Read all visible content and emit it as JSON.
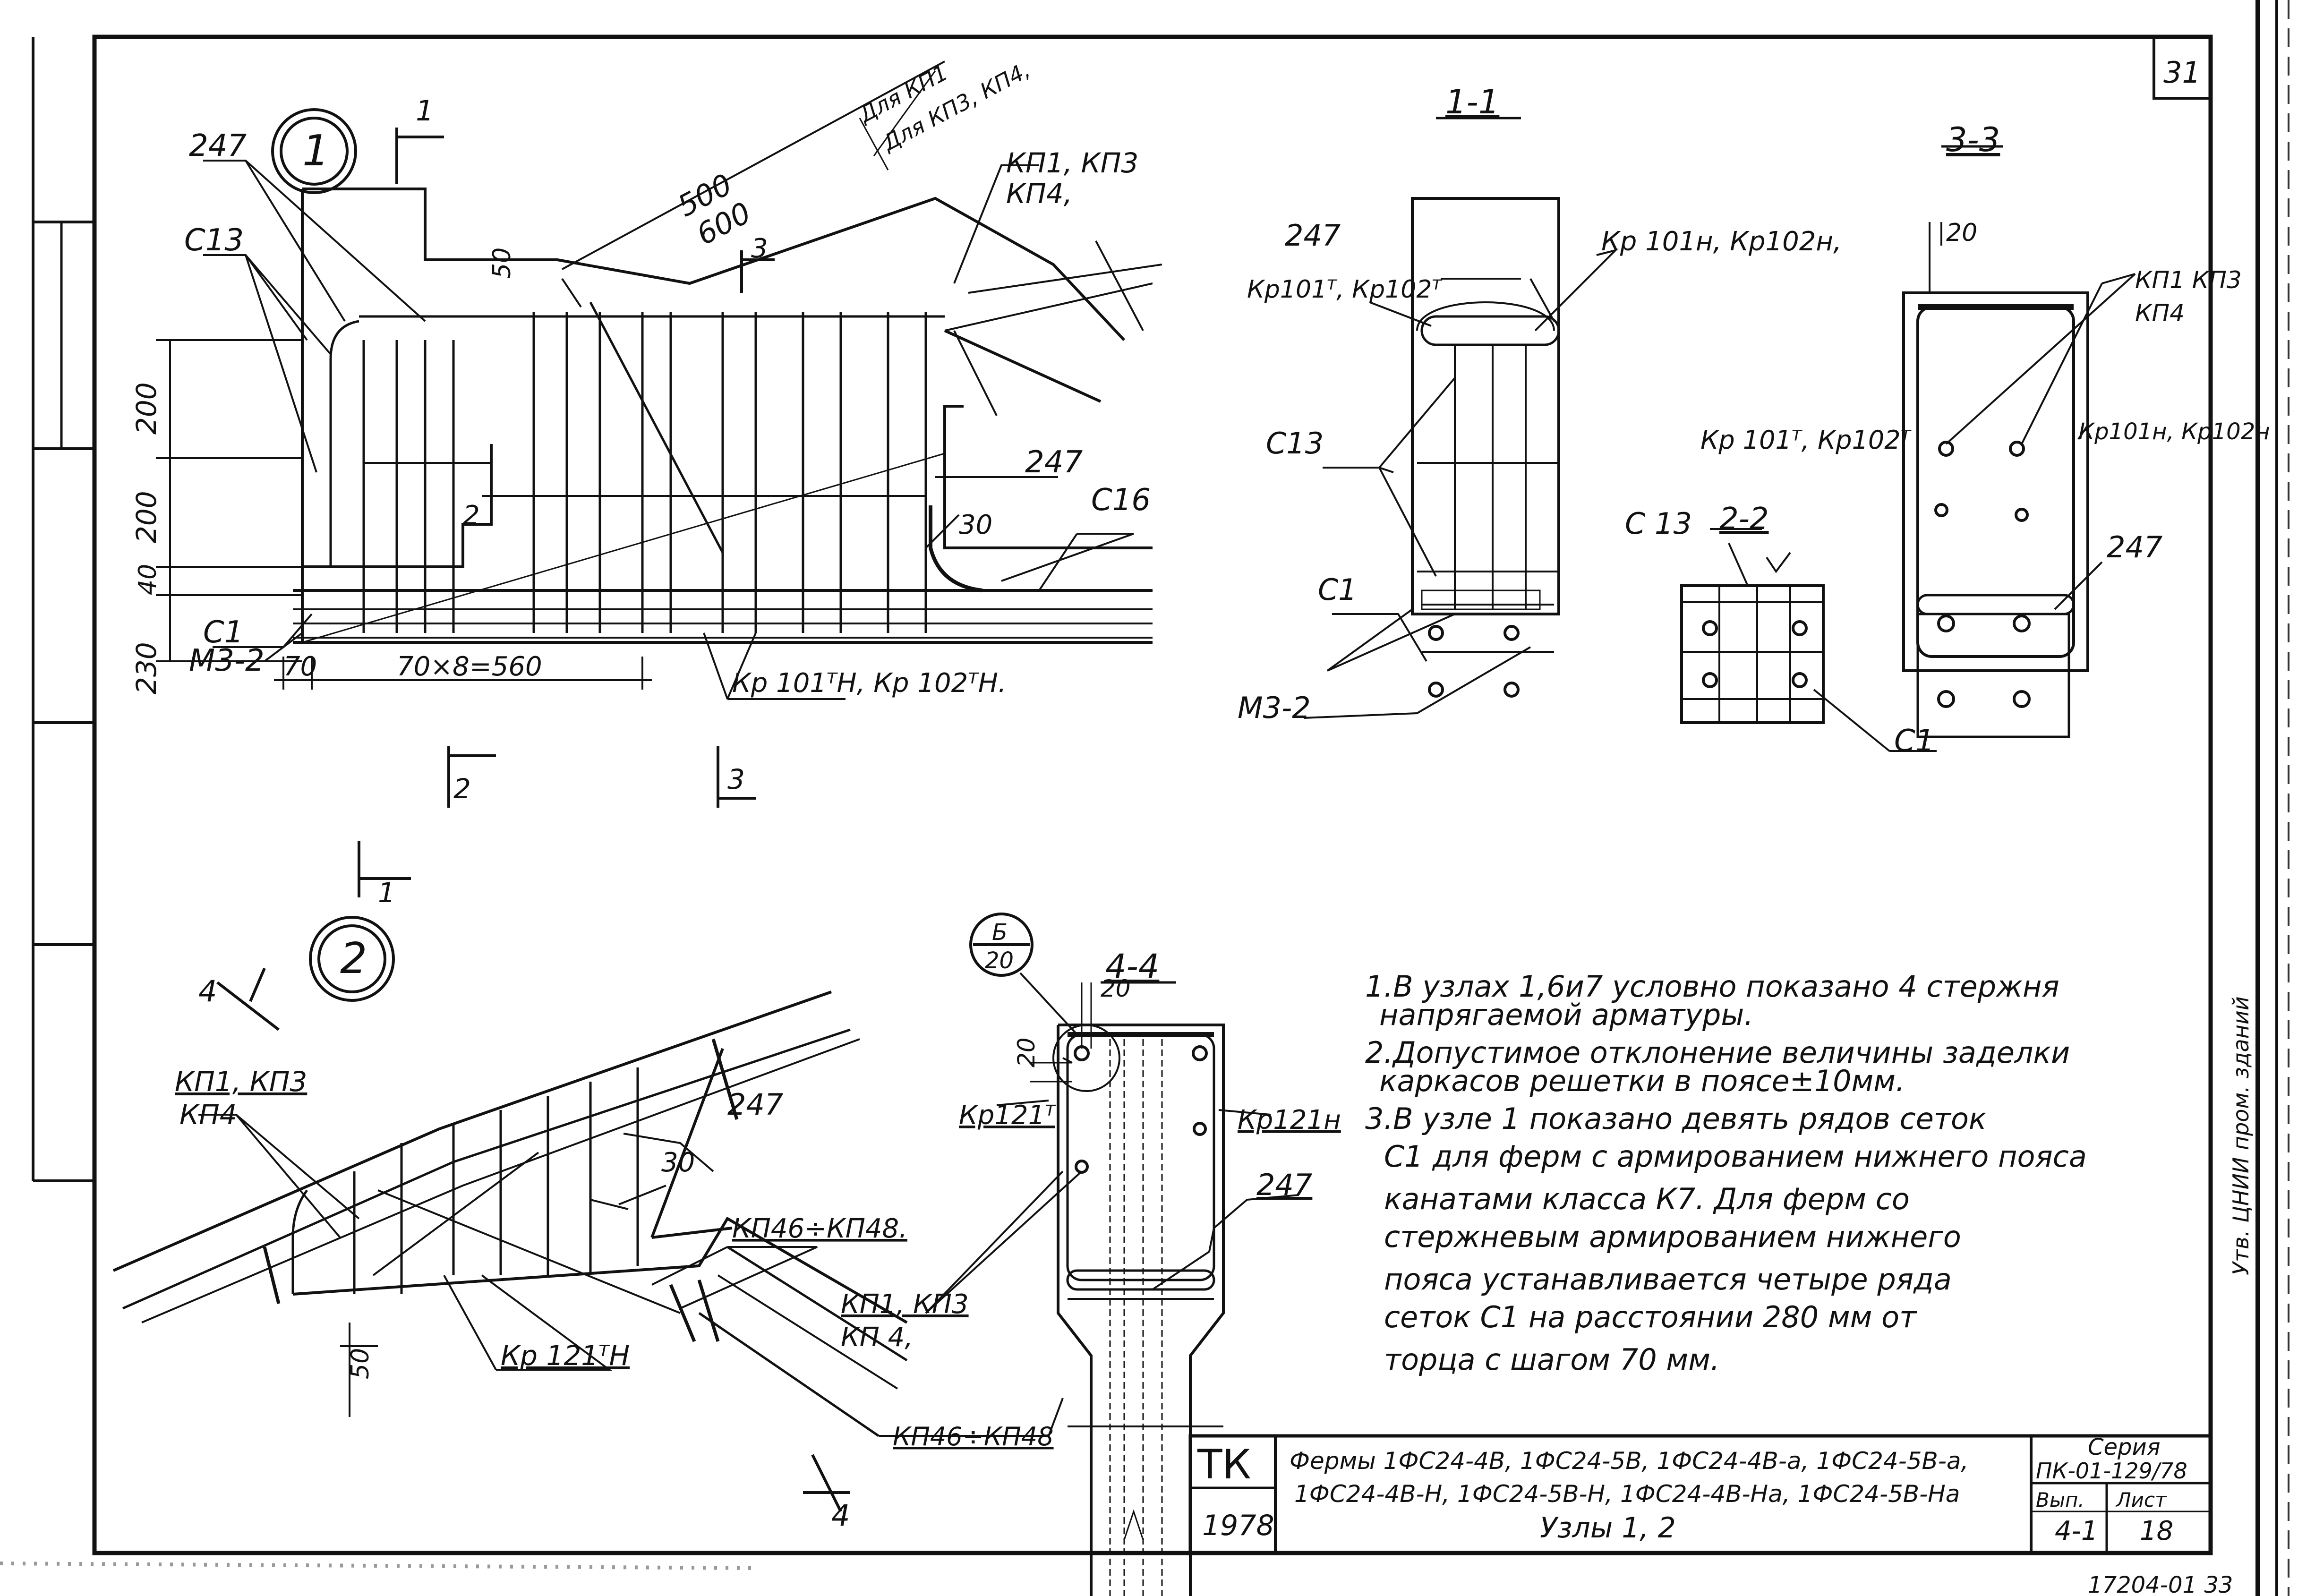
{
  "sheet": {
    "page_number": "31",
    "bottom_margin_code": "17204-01 33"
  },
  "node1": {
    "marker": "1",
    "cut_1_1": "1",
    "cut_2_2": "2",
    "cut_3_3": "3",
    "cut_1_1_bottom": "1",
    "labels": {
      "l247": "247",
      "c13": "С13",
      "c1": "С1",
      "m32": "М3-2",
      "c16": "С16",
      "l247b": "247",
      "kp1kp3": "КП1, КП3",
      "kp4": "КП4,",
      "dla_kp1": "Для КП1",
      "dla_kp34": "Для КП3, КП4,",
      "kr_bottom": "Кр 101ᵀН, Кр 102ᵀН."
    },
    "dims": {
      "d500": "500",
      "d600": "600",
      "d50": "50",
      "d200a": "200",
      "d200b": "200",
      "d40": "40",
      "d230": "230",
      "d2": "2",
      "d30": "30",
      "d70": "70",
      "d70x8": "70×8=560"
    }
  },
  "section11": {
    "title": "1-1",
    "l247": "247",
    "krT": "Кр101ᵀ, Кр102ᵀ",
    "krH": "Кр 101н, Кр102н,",
    "c13": "С13",
    "c1": "С1",
    "m32": "М3-2"
  },
  "section22": {
    "title": "2-2",
    "c13": "С 13",
    "c1": "С1"
  },
  "section33": {
    "title": "3-3",
    "d20": "20",
    "kp1kp3": "КП1 КП3",
    "kp4": "КП4",
    "krT": "Кр 101ᵀ, Кр102ᵀ",
    "krH": "Кр101н, Кр102н",
    "l247": "247"
  },
  "node2": {
    "marker": "2",
    "cut_4": "4",
    "cut_4_bottom": "4",
    "kp1kp3": "КП1, КП3",
    "kp4": "КП4",
    "l247": "247",
    "d30": "30",
    "kp46": "КП46÷КП48.",
    "d50": "50",
    "kr121": "Кр 121ᵀН"
  },
  "section44": {
    "title": "4-4",
    "callout_top": "Б",
    "callout_bottom": "20",
    "d20a": "20",
    "d20b": "20",
    "kr121T": "Кр121ᵀ",
    "kr121H": "Кр121н",
    "l247": "247",
    "kp1kp3": "КП1, КП3",
    "kp4": "КП 4,",
    "kp46": "КП46÷КП48"
  },
  "notes": [
    "1.В узлах 1,6и7 условно показано 4 стержня",
    "напрягаемой арматуры.",
    "2.Допустимое отклонение величины заделки",
    "каркасов решетки в поясе±10мм.",
    "3.В узле 1 показано девять рядов сеток",
    "С1 для ферм с армированием нижнего пояса",
    "канатами класса К7. Для ферм со",
    "стержневым армированием нижнего",
    "пояса устанавливается четыре ряда",
    "сеток С1 на расстоянии 280 мм от",
    "торца с шагом 70 мм."
  ],
  "titleblock": {
    "tk": "ТК",
    "year": "1978",
    "line1": "Фермы 1ФС24-4В, 1ФС24-5В, 1ФС24-4В-а, 1ФС24-5В-а,",
    "line2": "1ФС24-4В-Н, 1ФС24-5В-Н, 1ФС24-4В-На, 1ФС24-5В-На",
    "line3": "Узлы 1, 2",
    "seria_label": "Серия",
    "seria_value": "ПК-01-129/78",
    "vyp_label": "Вып.",
    "vyp_value": "4-1",
    "list_label": "Лист",
    "list_value": "18"
  },
  "side_text": "Утв. ЦНИИ пром. зданий"
}
